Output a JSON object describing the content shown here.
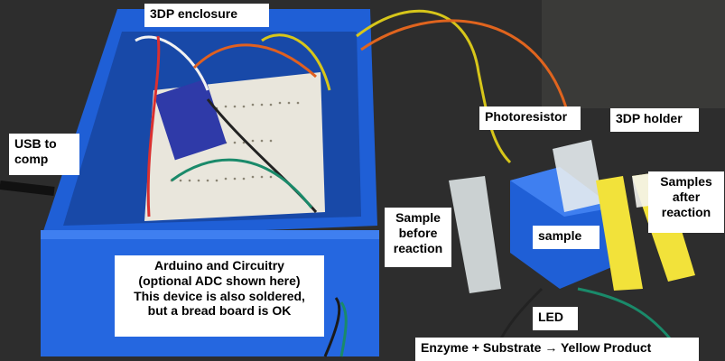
{
  "labels": {
    "enclosure": "3DP enclosure",
    "usb": "USB to\ncomp",
    "photoresistor": "Photoresistor",
    "holder": "3DP holder",
    "samples_after": "Samples\nafter\nreaction",
    "sample_before": "Sample\nbefore\nreaction",
    "sample": "sample",
    "arduino": "Arduino and Circuitry\n(optional ADC shown here)\nThis device is also soldered,\nbut a bread board is OK",
    "led": "LED",
    "reaction": "Enzyme + Substrate → Yellow Product"
  },
  "colors": {
    "enclosure_blue": "#1f5fd6",
    "background": "#2b2b2b",
    "product_yellow": "#f2e23a",
    "breadboard": "#e9e6dc"
  }
}
